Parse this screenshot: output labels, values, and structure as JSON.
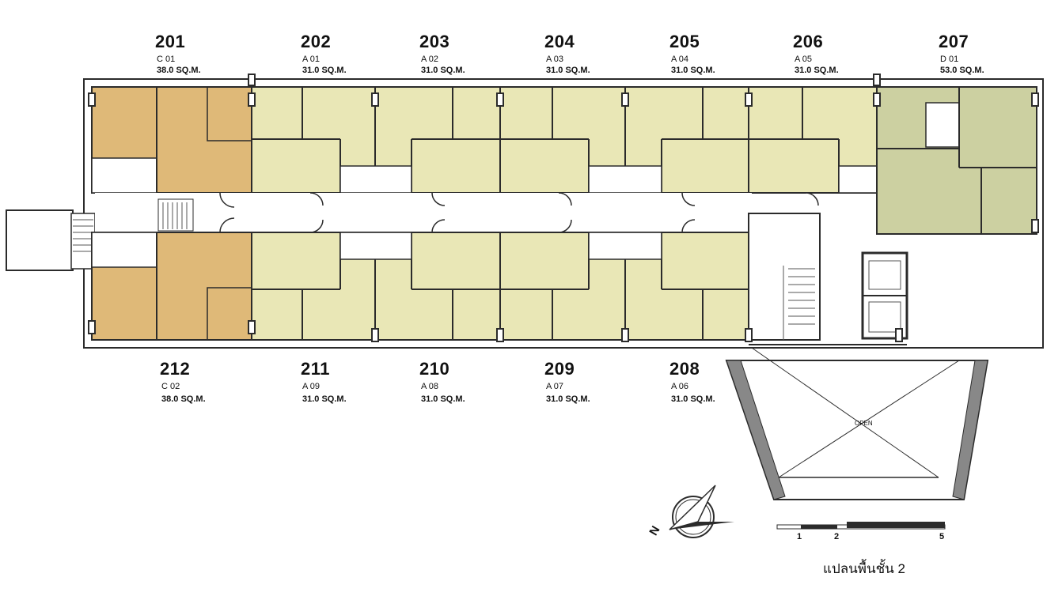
{
  "colors": {
    "unit_c": "#dfb978",
    "unit_a": "#e9e7b6",
    "unit_d": "#ccd0a1",
    "wall": "#2b2b2b",
    "corridor": "#ffffff"
  },
  "units_top": [
    {
      "number": "201",
      "type": "C 01",
      "area": "38.0 SQ.M."
    },
    {
      "number": "202",
      "type": "A 01",
      "area": "31.0 SQ.M."
    },
    {
      "number": "203",
      "type": "A 02",
      "area": "31.0 SQ.M."
    },
    {
      "number": "204",
      "type": "A 03",
      "area": "31.0 SQ.M."
    },
    {
      "number": "205",
      "type": "A 04",
      "area": "31.0 SQ.M."
    },
    {
      "number": "206",
      "type": "A 05",
      "area": "31.0 SQ.M."
    },
    {
      "number": "207",
      "type": "D 01",
      "area": "53.0 SQ.M."
    }
  ],
  "units_bottom": [
    {
      "number": "212",
      "type": "C 02",
      "area": "38.0 SQ.M."
    },
    {
      "number": "211",
      "type": "A 09",
      "area": "31.0 SQ.M."
    },
    {
      "number": "210",
      "type": "A 08",
      "area": "31.0 SQ.M."
    },
    {
      "number": "209",
      "type": "A 07",
      "area": "31.0 SQ.M."
    },
    {
      "number": "208",
      "type": "A 06",
      "area": "31.0 SQ.M."
    }
  ],
  "open_label": "OPEN",
  "north_label": "N",
  "scale_labels": [
    "1",
    "2",
    "5"
  ],
  "caption": "แปลนพื้นชั้น 2"
}
